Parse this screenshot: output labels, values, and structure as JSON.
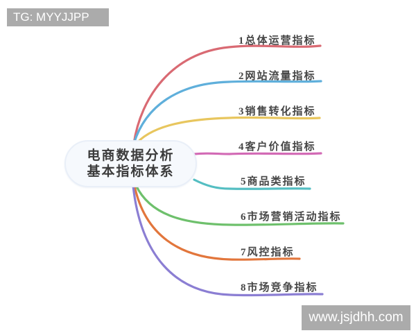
{
  "watermarks": {
    "top_left": "TG: MYYJJPP",
    "bottom_right": "www.jsjdhh.com"
  },
  "central_node": {
    "line1": "电商数据分析",
    "line2": "基本指标体系"
  },
  "branches": [
    {
      "label": "1总体运营指标",
      "color": "#d96a73"
    },
    {
      "label": "2网站流量指标",
      "color": "#5fafdb"
    },
    {
      "label": "3销售转化指标",
      "color": "#e8c65e"
    },
    {
      "label": "4客户价值指标",
      "color": "#d26ab5"
    },
    {
      "label": "5商品类指标",
      "color": "#54bec2"
    },
    {
      "label": "6市场营销活动指标",
      "color": "#6ec06c"
    },
    {
      "label": "7风控指标",
      "color": "#e2763c"
    },
    {
      "label": "8市场竞争指标",
      "color": "#8b7ed3"
    }
  ],
  "colors": {
    "background": "#ffffff",
    "watermark_bg": "#ababab",
    "watermark_text": "#ffffff",
    "node_bg": "#f6f9fd",
    "node_border": "#e9eff8",
    "label_text": "#464646"
  }
}
